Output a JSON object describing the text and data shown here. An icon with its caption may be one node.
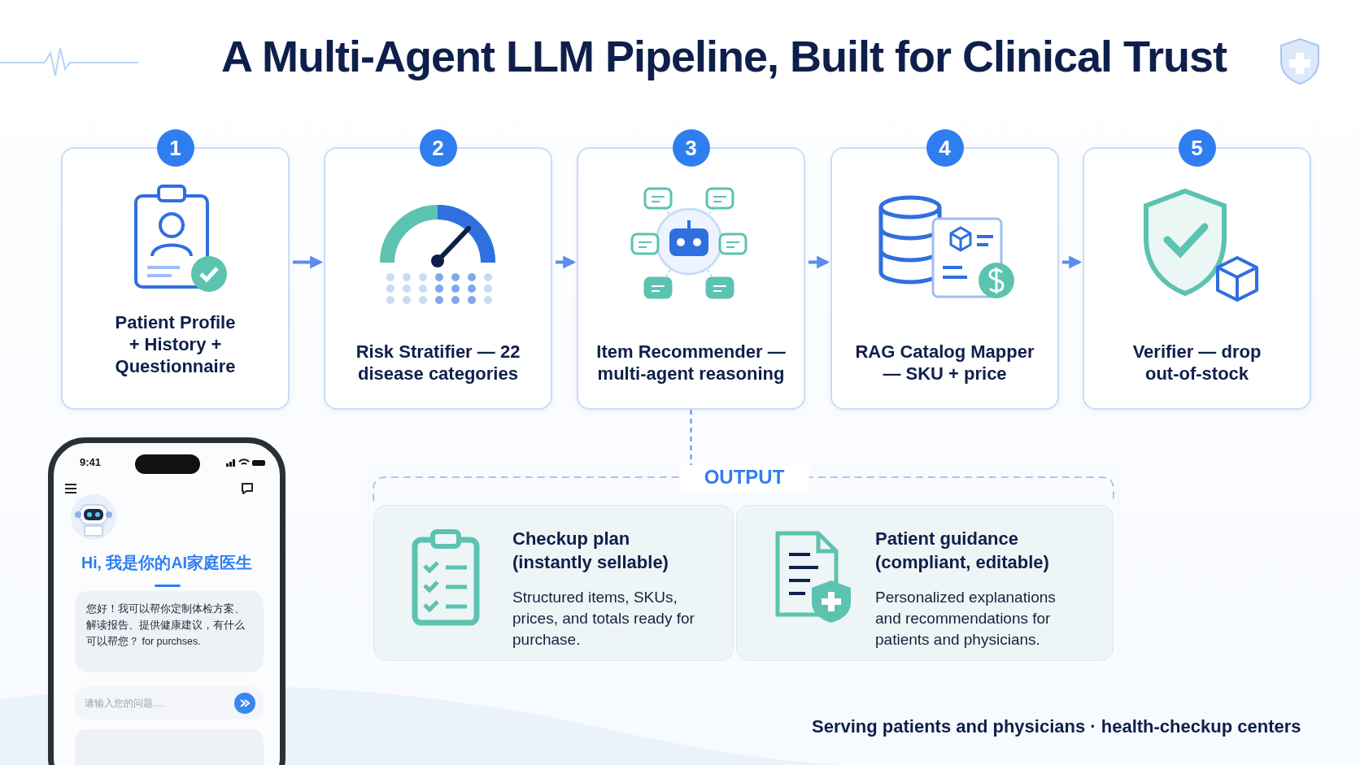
{
  "diagram": {
    "title": "A Multi-Agent LLM Pipeline, Built for Clinical Trust",
    "nodes": [
      {
        "text": [
          "1",
          "Patient Profile + History + Questionnaire"
        ]
      },
      {
        "text": [
          "2",
          "Risk Stratifier — 22 disease categories"
        ]
      },
      {
        "text": [
          "3",
          "Item Recommender — multi-agent reasoning"
        ]
      },
      {
        "text": [
          "4",
          "RAG Catalog Mapper — SKU + price"
        ]
      },
      {
        "text": [
          "5",
          "Verifier — drop out-of-stock"
        ]
      },
      {
        "text": [
          "OUTPUT"
        ]
      },
      {
        "text": [
          "Checkup plan (instantly sellable)",
          "Structured items, SKUs, prices, and totals ready for purchase."
        ],
        "in": 5
      },
      {
        "text": [
          "Patient guidance (compliant, editable)",
          "Personalized explanations and recommendations for patients and physicians."
        ],
        "in": 5
      },
      {
        "text": [
          "您好！我可以帮你定制体检方案、解读报告、提供健康建议，有什么可以帮您？ for purchses."
        ]
      }
    ],
    "edges": [
      {
        "from": 0,
        "to": 1,
        "arrow": "to"
      },
      {
        "from": 1,
        "to": 2,
        "arrow": "to"
      },
      {
        "from": 2,
        "to": 3,
        "arrow": "to"
      },
      {
        "from": 3,
        "to": 4,
        "arrow": "to"
      },
      {
        "from": 2,
        "to": 5,
        "arrow": "none",
        "style": "dashed"
      }
    ],
    "labels": [
      "9:41",
      "Hi, 我是你的AI家庭医生",
      "请输入您的问题....",
      "Serving patients and physicians · health-checkup centers"
    ]
  }
}
